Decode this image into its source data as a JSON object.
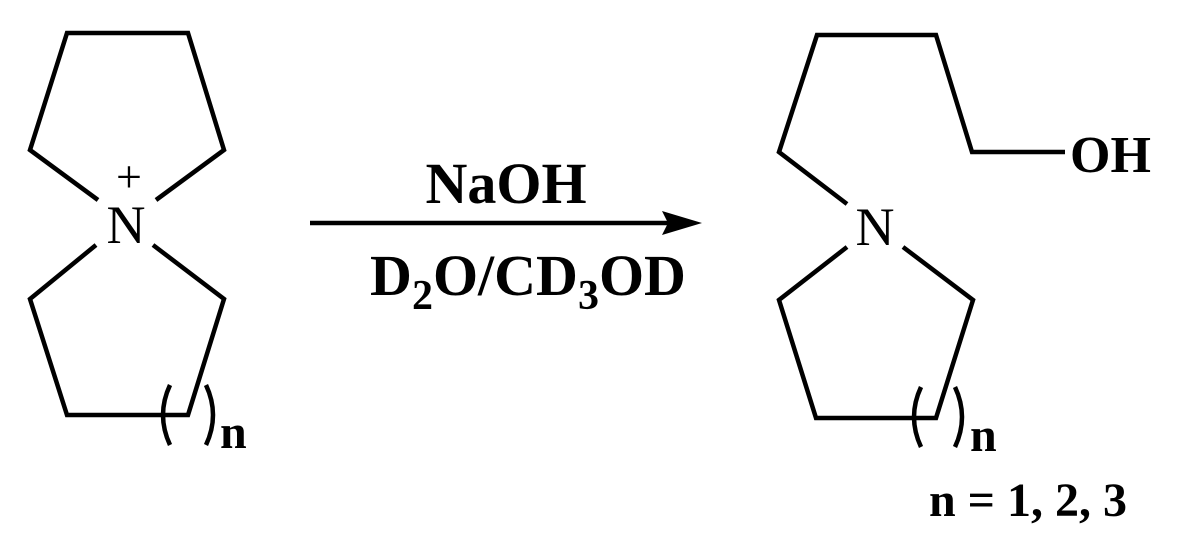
{
  "reactant": {
    "nitrogen": "N",
    "charge": "+",
    "repeat_label": "n"
  },
  "reaction": {
    "reagent_above": "NaOH",
    "solvent_below": {
      "parts": [
        "D",
        "2",
        "O/CD",
        "3",
        "OD"
      ]
    }
  },
  "product": {
    "nitrogen": "N",
    "hydroxyl": "OH",
    "repeat_label": "n",
    "condition": "n = 1, 2, 3"
  }
}
